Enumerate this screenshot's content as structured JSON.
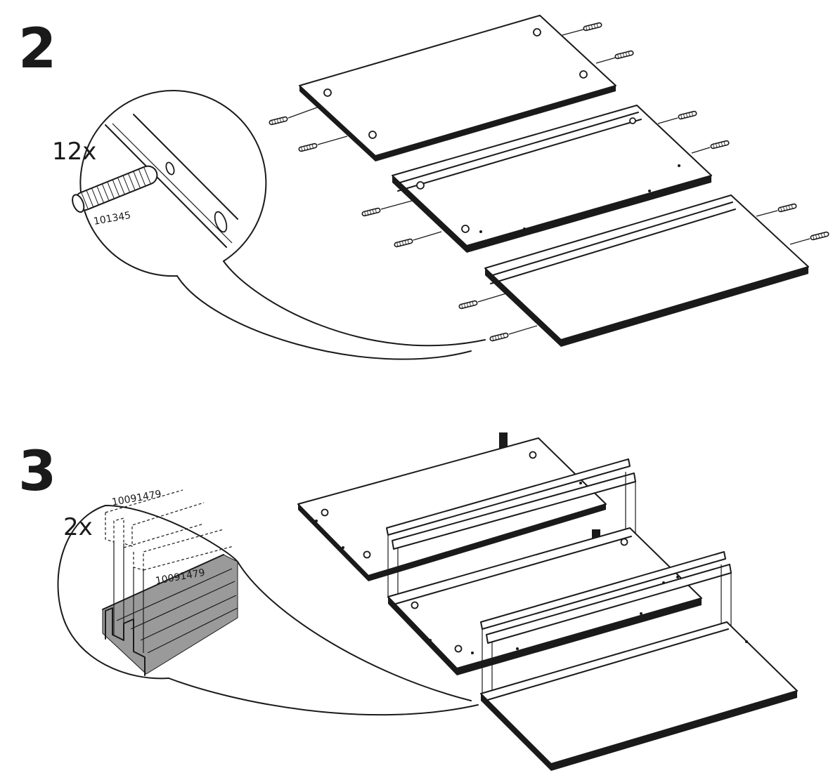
{
  "steps": [
    {
      "number": "2",
      "detail": {
        "quantity": "12x",
        "part_number": "101345",
        "part": "dowel-pin"
      }
    },
    {
      "number": "3",
      "detail": {
        "quantity": "2x",
        "part_number_top": "10091479",
        "part_number_bottom": "10091479",
        "part": "plastic-rail"
      }
    }
  ]
}
